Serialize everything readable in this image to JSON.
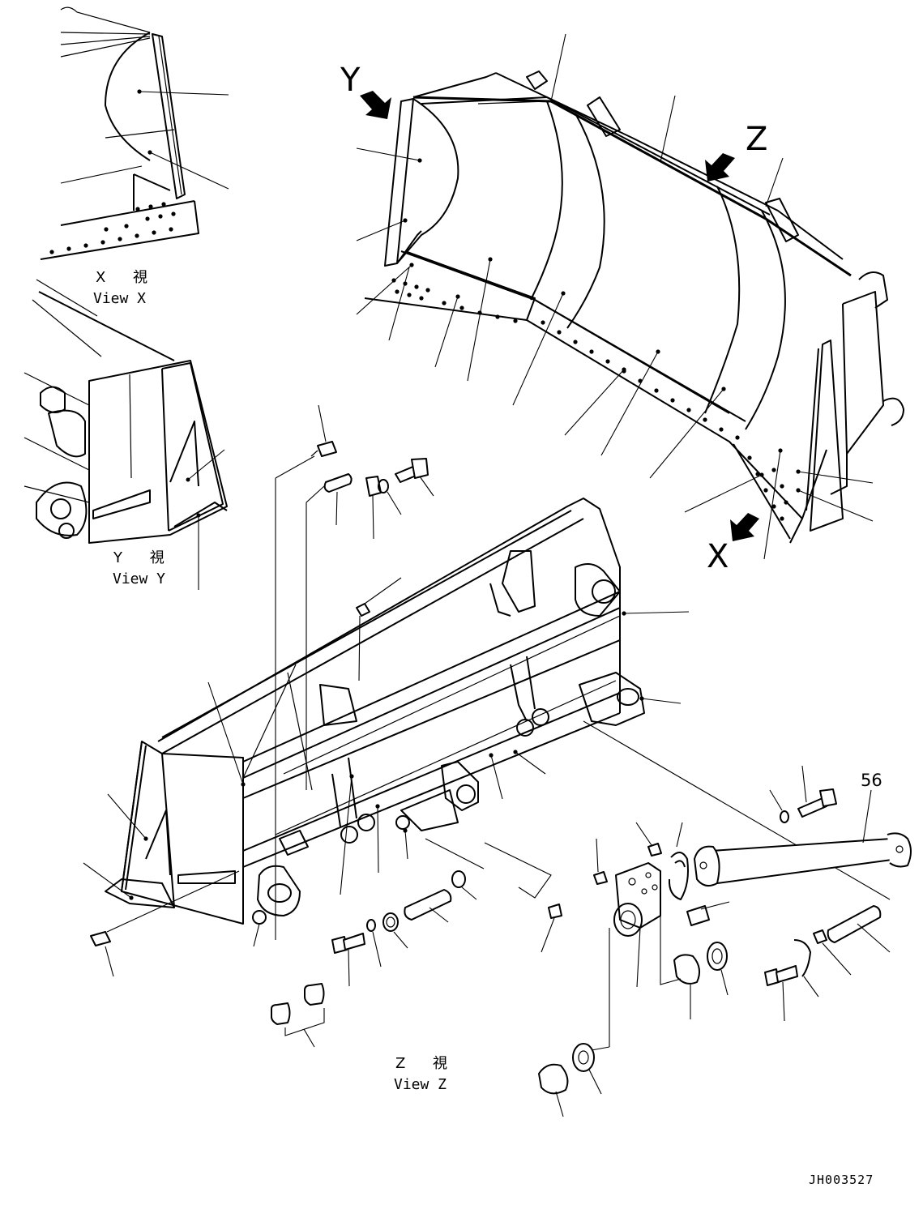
{
  "views": {
    "x": {
      "caption_jp": "X 視",
      "caption_en": "View X",
      "letter": "X"
    },
    "y": {
      "caption_jp": "Y 視",
      "caption_en": "View Y",
      "letter": "Y"
    },
    "z": {
      "caption_jp": "Z 視",
      "caption_en": "View Z",
      "letter": "Z"
    }
  },
  "part_numbers": {
    "shaft": "56"
  },
  "drawing_code": "JH003527"
}
